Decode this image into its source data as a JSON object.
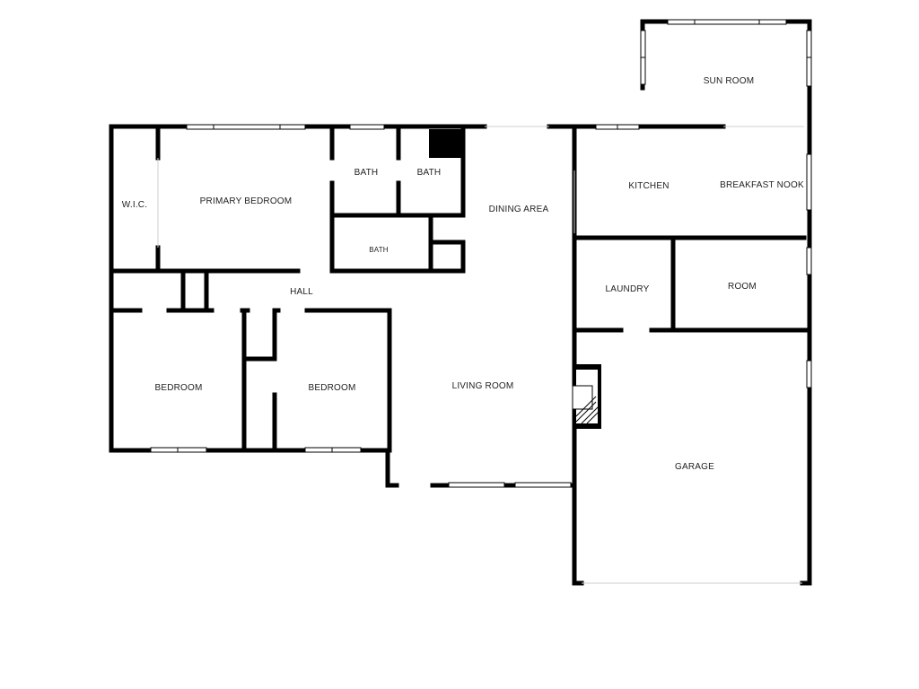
{
  "colors": {
    "wall": "#000000",
    "window": "#ffffff",
    "label": "#222222",
    "background": "#ffffff"
  },
  "rooms": {
    "sun_room": "SUN ROOM",
    "wic": "W.I.C.",
    "primary_bedroom": "PRIMARY BEDROOM",
    "bath_1": "BATH",
    "bath_2": "BATH",
    "bath_3": "BATH",
    "dining_area": "DINING AREA",
    "kitchen": "KITCHEN",
    "breakfast_nook": "BREAKFAST NOOK",
    "hall": "HALL",
    "laundry": "LAUNDRY",
    "room": "ROOM",
    "bedroom_1": "BEDROOM",
    "bedroom_2": "BEDROOM",
    "living_room": "LIVING ROOM",
    "garage": "GARAGE"
  },
  "fixtures": [
    "fireplace",
    "chimney"
  ]
}
